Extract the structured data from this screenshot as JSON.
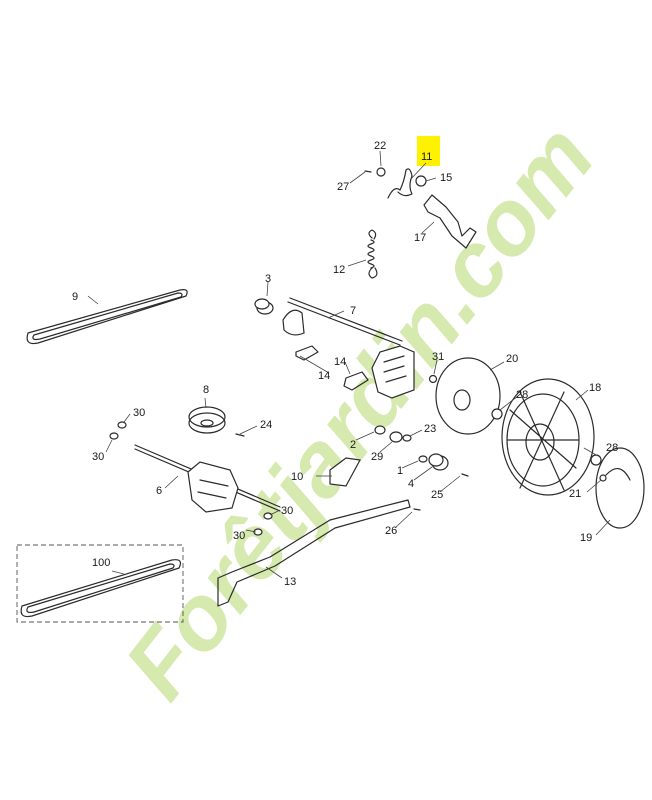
{
  "labels": {
    "p1": "1",
    "p2": "2",
    "p3": "3",
    "p4": "4",
    "p6": "6",
    "p7": "7",
    "p8": "8",
    "p9": "9",
    "p10": "10",
    "p11": "11",
    "p12": "12",
    "p13": "13",
    "p14a": "14",
    "p14b": "14",
    "p15": "15",
    "p17": "17",
    "p18": "18",
    "p19": "19",
    "p20": "20",
    "p21": "21",
    "p22": "22",
    "p23": "23",
    "p24": "24",
    "p25": "25",
    "p26": "26",
    "p27": "27",
    "p28a": "28",
    "p28b": "28",
    "p29": "29",
    "p30a": "30",
    "p30b": "30",
    "p30c": "30",
    "p30d": "30",
    "p31": "31",
    "p100": "100"
  },
  "highlight": {
    "part": "11",
    "color": "#fff200"
  },
  "watermark": {
    "text": "Forêtjardin.com",
    "color": "#cfe6a0"
  }
}
